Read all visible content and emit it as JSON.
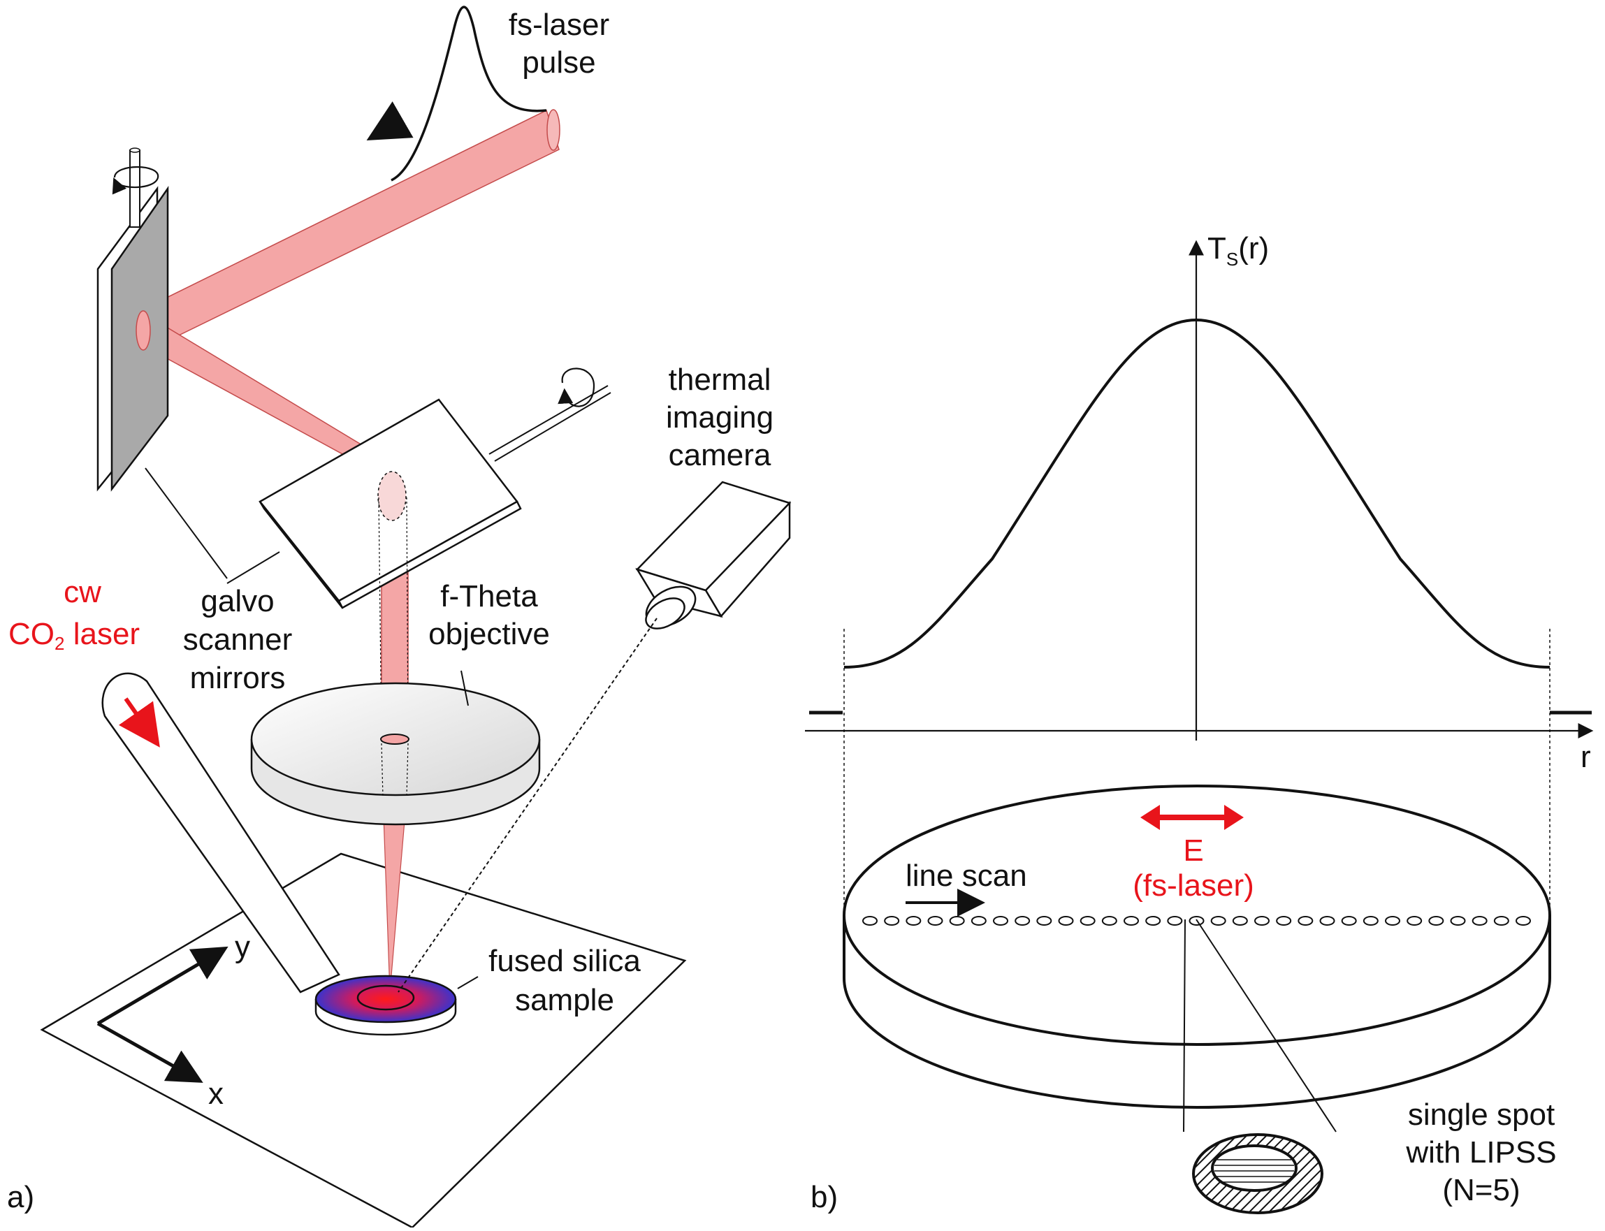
{
  "panel_a": {
    "panel_label": "a)",
    "fs_pulse_label": [
      "fs-laser",
      "pulse"
    ],
    "co2_label_line1": "cw",
    "co2_label_line2_main": "CO",
    "co2_label_line2_sub": "2",
    "co2_label_line2_rest": " laser",
    "galvo_label": [
      "galvo",
      "scanner",
      "mirrors"
    ],
    "ftheta_label": [
      "f-Theta",
      "objective"
    ],
    "camera_label": [
      "thermal",
      "imaging",
      "camera"
    ],
    "sample_label": [
      "fused silica",
      "sample"
    ],
    "axis_y": "y",
    "axis_x": "x"
  },
  "panel_b": {
    "panel_label": "b)",
    "y_axis_main": "T",
    "y_axis_sub": "S",
    "y_axis_rest": "(r)",
    "x_axis": "r",
    "e_label": "E",
    "e_sub_label": "(fs-laser)",
    "line_scan_label": "line scan",
    "spot_label": [
      "single spot",
      "with LIPSS",
      "(N=5)"
    ]
  },
  "colors": {
    "beam": "#f4a6a6",
    "beam_edge": "#c44b4b",
    "highlight_red": "#e8141b",
    "mirror_gray": "#a9a9a9",
    "sample_hot": "#ff1a1a",
    "sample_cold": "#3a33cc"
  }
}
